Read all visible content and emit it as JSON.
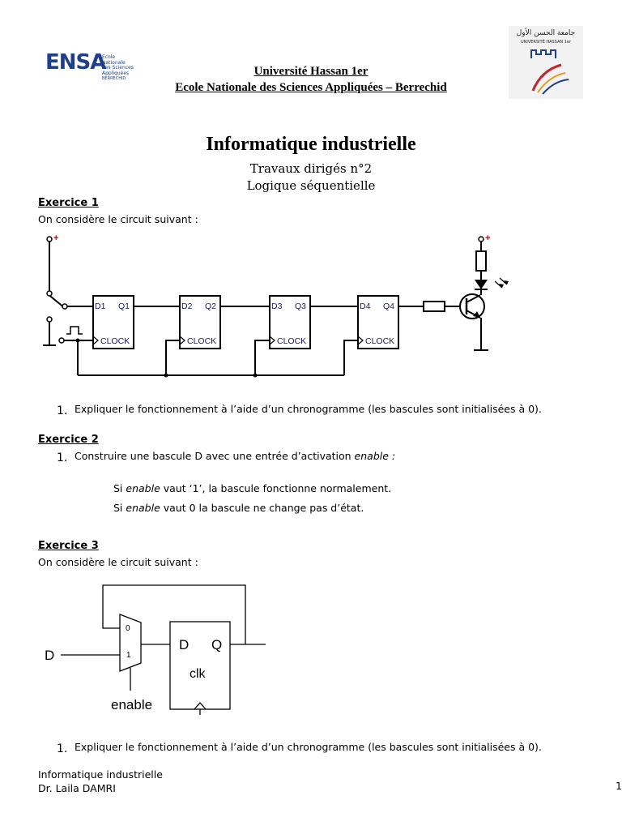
{
  "header": {
    "logo_left_text": "ENSA",
    "logo_left_small": [
      "Ecole Nationale",
      "des Sciences",
      "Appliquées",
      "BERRECHID"
    ],
    "university": "Université Hassan 1er",
    "school": "Ecole Nationale des Sciences Appliquées – Berrechid",
    "logo_right_arabic": "جامعة الحسن الأول",
    "logo_right_latin": "UNIVERSITÉ HASSAN 1er"
  },
  "title": "Informatique industrielle",
  "subtitle1": "Travaux dirigés n°2",
  "subtitle2": "Logique séquentielle",
  "exercise1": {
    "heading": "Exercice 1",
    "intro": "On considère le circuit suivant :",
    "circuit": {
      "blocks": [
        {
          "d": "D1",
          "q": "Q1",
          "clk": "CLOCK"
        },
        {
          "d": "D2",
          "q": "Q2",
          "clk": "CLOCK"
        },
        {
          "d": "D3",
          "q": "Q3",
          "clk": "CLOCK"
        },
        {
          "d": "D4",
          "q": "Q4",
          "clk": "CLOCK"
        }
      ],
      "plus_sign": "+"
    },
    "item_number": "1.",
    "item": "Expliquer le fonctionnement à l’aide d’un chronogramme (les bascules sont initialisées à 0)."
  },
  "exercise2": {
    "heading": "Exercice 2",
    "item_number": "1.",
    "item_prefix": "Construire une bascule D avec une entrée d’activation ",
    "item_emph": "enable :",
    "line1_prefix": "Si ",
    "line1_emph": "enable",
    "line1_suffix": " vaut ‘1’, la bascule fonctionne normalement.",
    "line2_prefix": "Si ",
    "line2_emph": "enable",
    "line2_suffix": " vaut 0 la bascule ne change pas d’état."
  },
  "exercise3": {
    "heading": "Exercice 3",
    "intro": "On considère le circuit suivant :",
    "circuit": {
      "input_label": "D",
      "mux_in0": "0",
      "mux_in1": "1",
      "ff_d": "D",
      "ff_q": "Q",
      "ff_clk": "clk",
      "enable_label": "enable"
    },
    "item_number": "1.",
    "item": "Expliquer le fonctionnement à l’aide d’un chronogramme (les bascules sont initialisées à 0)."
  },
  "footer": {
    "line1": "Informatique industrielle",
    "line2": "Dr. Laila DAMRI",
    "page_number": "1"
  }
}
